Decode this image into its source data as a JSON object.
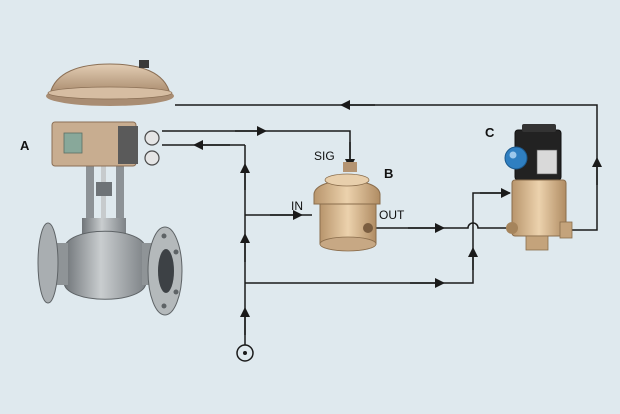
{
  "labels": {
    "valve": "A",
    "booster": "B",
    "solenoid": "C"
  },
  "ports": {
    "signal": "SIG",
    "inlet": "IN",
    "outlet": "OUT"
  },
  "colors": {
    "background": "#dfe9ee",
    "line": "#1a1a1a",
    "actuator": "#c4ab91",
    "valve_body": "#9ea3a6",
    "booster_body": "#d8bd98",
    "solenoid_body": "#d2b48c",
    "solenoid_head": "#202020",
    "solenoid_knob": "#2f7fc1"
  }
}
